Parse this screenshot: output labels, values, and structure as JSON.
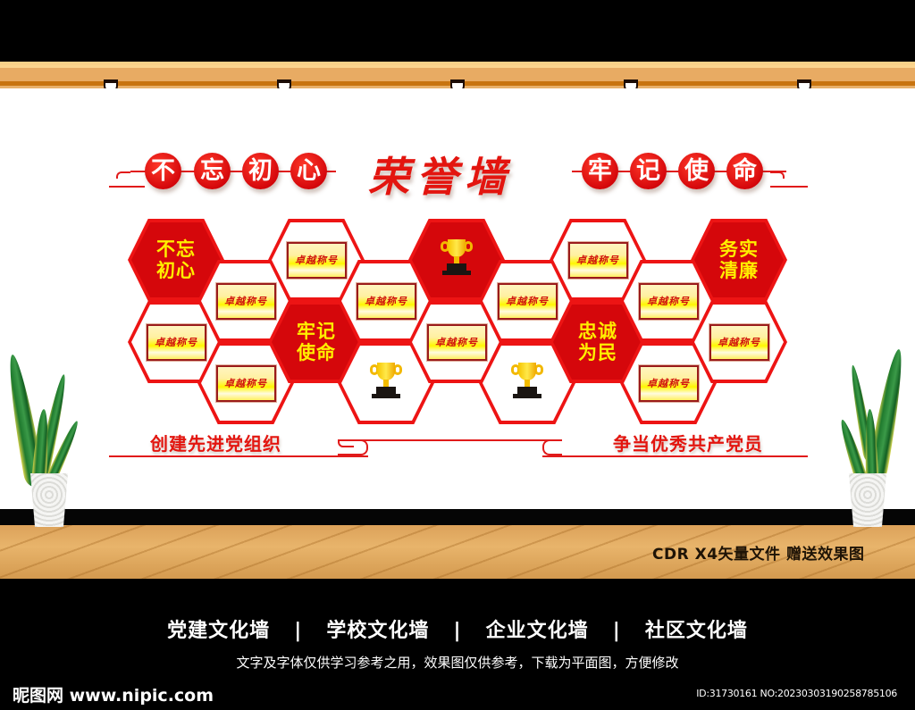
{
  "scene": {
    "type": "honor-wall-mockup",
    "ceiling_lights": 5,
    "colors": {
      "accent_red": "#e3150f",
      "hex_red": "#d5070b",
      "hex_text_yellow": "#ffee00",
      "ceiling_wood": "#e8ab63",
      "floor_wood": "#dca25a"
    }
  },
  "header": {
    "left_circles": [
      "不",
      "忘",
      "初",
      "心"
    ],
    "title": "荣誉墙",
    "right_circles": [
      "牢",
      "记",
      "使",
      "命"
    ]
  },
  "honeycomb": {
    "red_hexes": [
      {
        "id": "h-red-1",
        "text": "不忘初心",
        "lines": [
          "不忘",
          "初心"
        ]
      },
      {
        "id": "h-red-2",
        "text": "牢记使命",
        "lines": [
          "牢记",
          "使命"
        ]
      },
      {
        "id": "h-red-3",
        "icon": "trophy-icon"
      },
      {
        "id": "h-red-4",
        "text": "忠诚为民",
        "lines": [
          "忠诚",
          "为民"
        ]
      },
      {
        "id": "h-red-5",
        "text": "务实清廉",
        "lines": [
          "务实",
          "清廉"
        ]
      }
    ],
    "plaque_label": "卓越称号",
    "plaque_count": 11,
    "trophy_count": 3
  },
  "slogans": {
    "left": "创建先进党组织",
    "right": "争当优秀共产党员"
  },
  "floor_caption": "CDR X4矢量文件  赠送效果图",
  "footer": {
    "categories": [
      "党建文化墙",
      "学校文化墙",
      "企业文化墙",
      "社区文化墙"
    ],
    "separator": "|",
    "note": "文字及字体仅供学习参考之用，效果图仅供参考，下载为平面图，方便修改",
    "logo": "昵图网 www.nipic.com",
    "id_text": "ID:31730161 NO:20230303190258785106"
  }
}
